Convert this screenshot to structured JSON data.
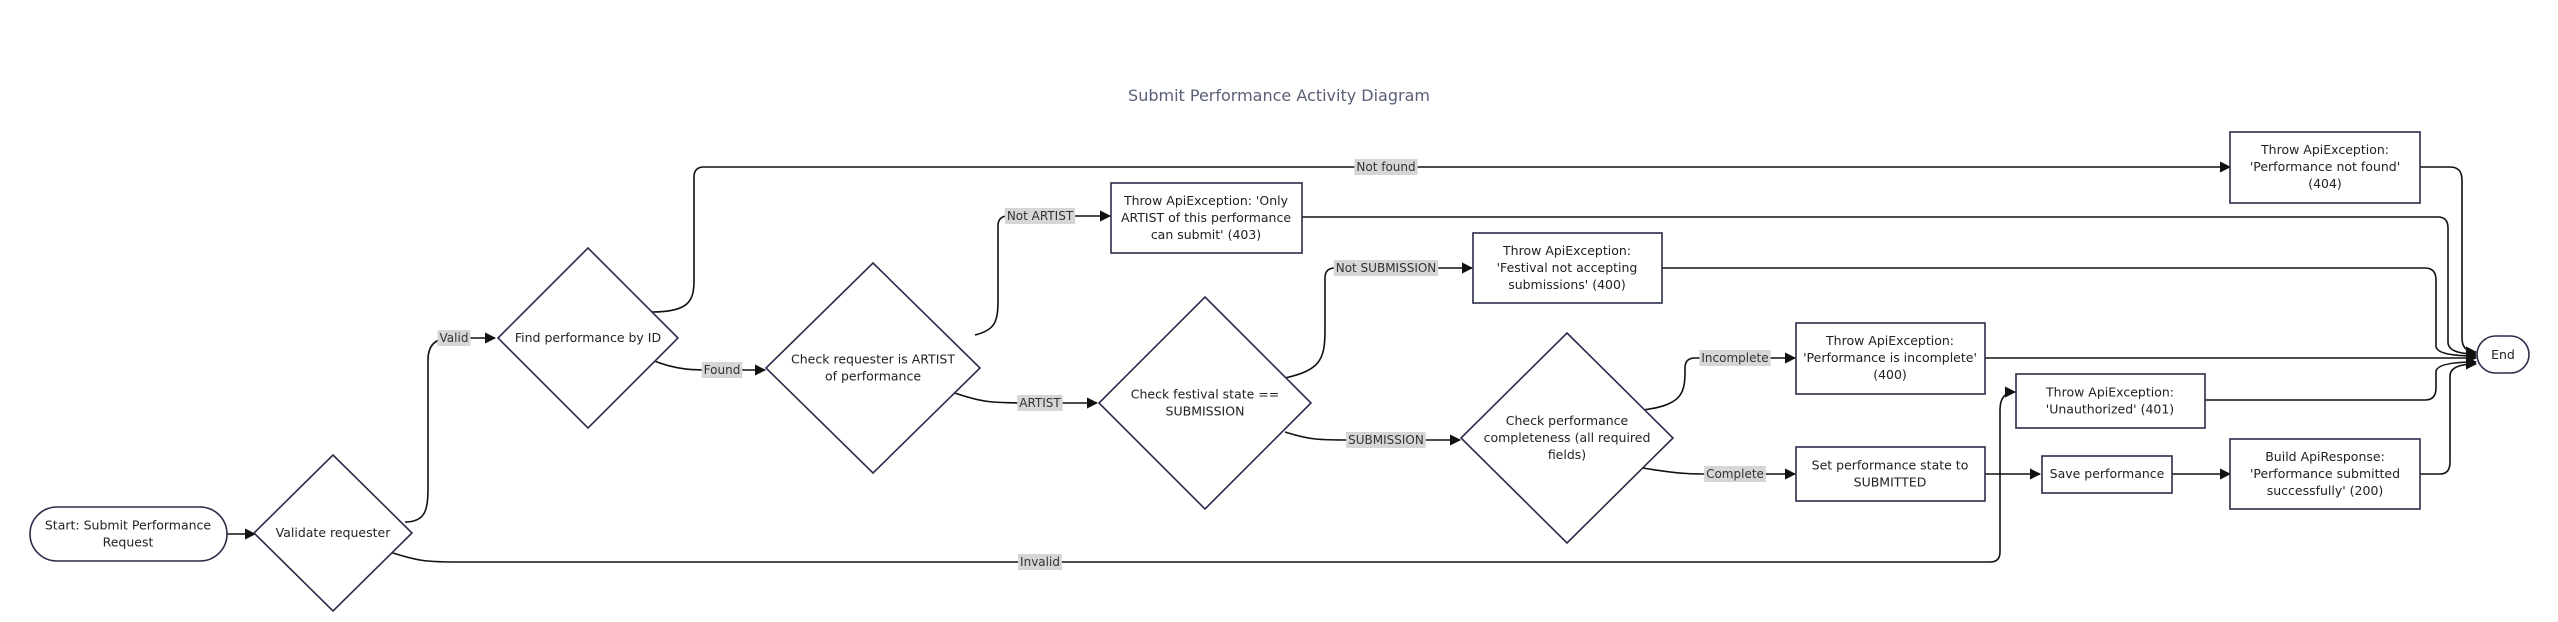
{
  "diagram": {
    "title": "Submit Performance Activity Diagram",
    "nodes": {
      "start": [
        "Start: Submit Performance",
        "Request"
      ],
      "validate": [
        "Validate requester"
      ],
      "find": [
        "Find performance by ID"
      ],
      "check_artist": [
        "Check requester is ARTIST",
        "of performance"
      ],
      "check_state": [
        "Check festival state ==",
        "SUBMISSION"
      ],
      "check_complete": [
        "Check performance",
        "completeness (all required",
        "fields)"
      ],
      "err_not_found": [
        "Throw ApiException:",
        "'Performance not found'",
        "(404)"
      ],
      "err_only_artist": [
        "Throw ApiException: 'Only",
        "ARTIST of this performance",
        "can submit' (403)"
      ],
      "err_not_accepting": [
        "Throw ApiException:",
        "'Festival not accepting",
        "submissions' (400)"
      ],
      "err_incomplete": [
        "Throw ApiException:",
        "'Performance is incomplete'",
        "(400)"
      ],
      "err_unauthorized": [
        "Throw ApiException:",
        "'Unauthorized' (401)"
      ],
      "set_state": [
        "Set performance state to",
        "SUBMITTED"
      ],
      "save": [
        "Save performance"
      ],
      "build_response": [
        "Build ApiResponse:",
        "'Performance submitted",
        "successfully' (200)"
      ],
      "end": [
        "End"
      ]
    },
    "edge_labels": {
      "valid": "Valid",
      "invalid": "Invalid",
      "found": "Found",
      "not_found": "Not found",
      "artist": "ARTIST",
      "not_artist": "Not ARTIST",
      "submission": "SUBMISSION",
      "not_submission": "Not SUBMISSION",
      "complete": "Complete",
      "incomplete": "Incomplete"
    }
  }
}
